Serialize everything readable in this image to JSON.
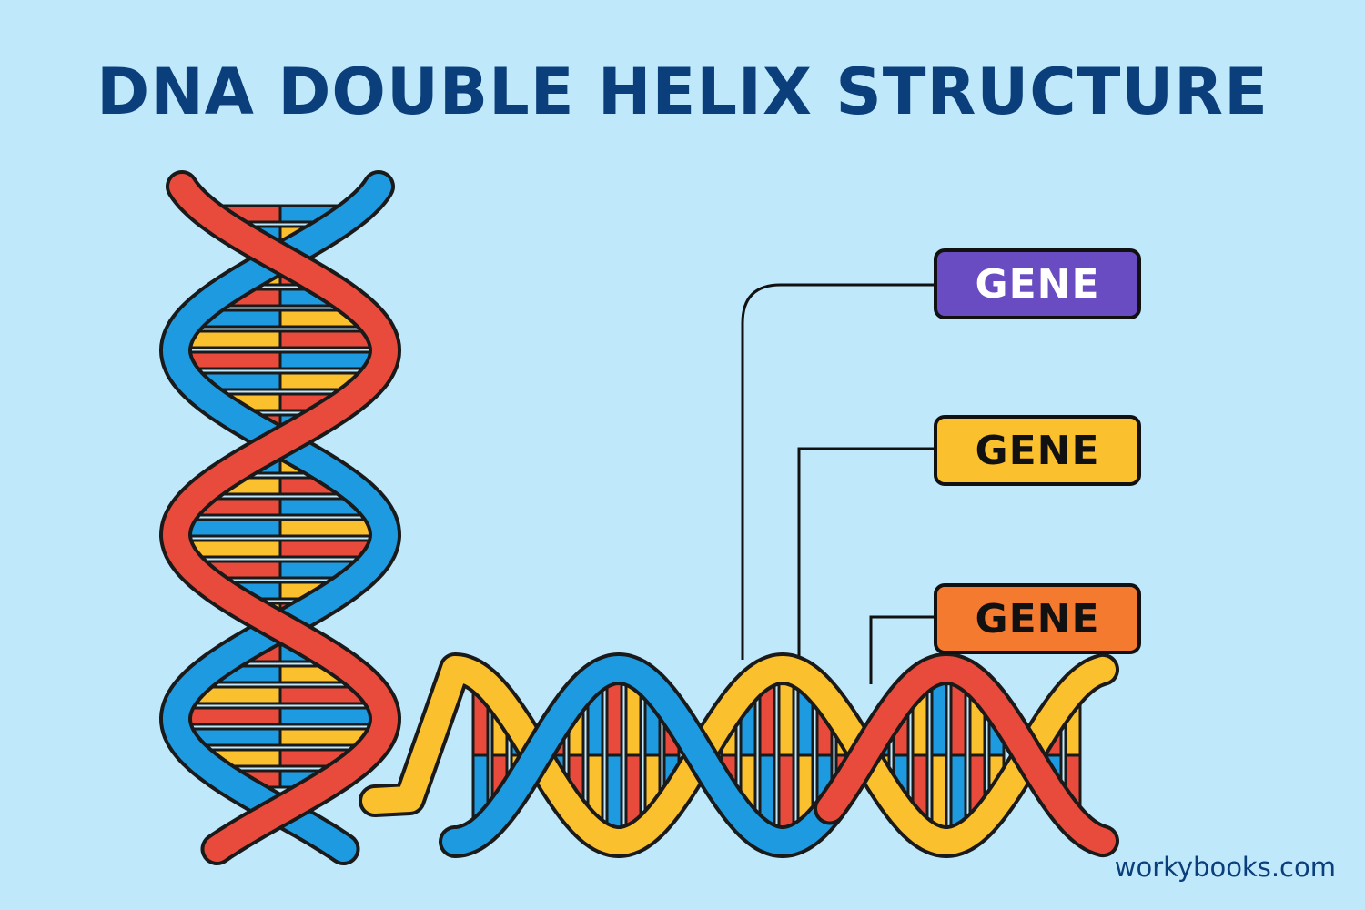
{
  "title": "DNA DOUBLE HELIX STRUCTURE",
  "labels": [
    {
      "text": "GENE",
      "fill": "#6a4cc2",
      "text_color": "#ffffff"
    },
    {
      "text": "GENE",
      "fill": "#fbc02d",
      "text_color": "#111111"
    },
    {
      "text": "GENE",
      "fill": "#f47a30",
      "text_color": "#111111"
    }
  ],
  "footer": "workybooks.com",
  "colors": {
    "background": "#bfe8fb",
    "strand_red": "#e84b3c",
    "strand_blue": "#1e9be0",
    "strand_yellow": "#fbc02d",
    "outline": "#1a1a1a",
    "title": "#0b3f7c"
  }
}
